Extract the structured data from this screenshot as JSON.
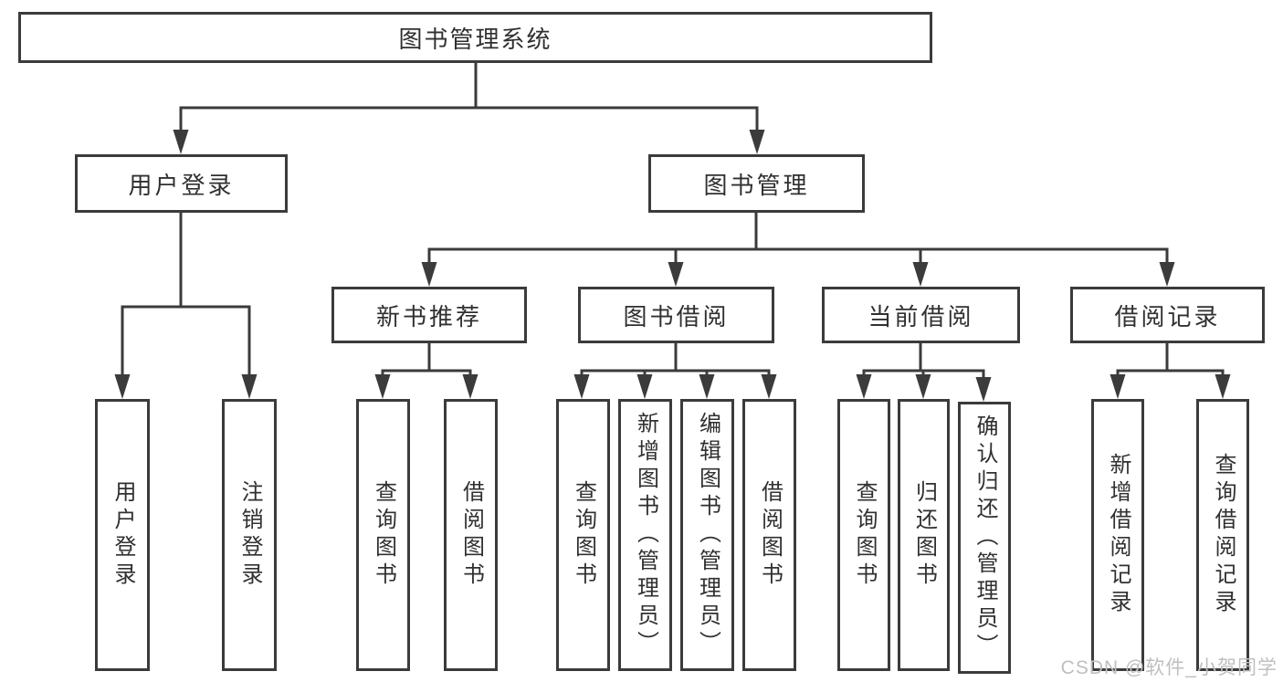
{
  "root": "图书管理系统",
  "branches": {
    "user_login": {
      "label": "用户登录",
      "leaves": [
        "用户登录",
        "注销登录"
      ]
    },
    "book_management": {
      "label": "图书管理",
      "children": {
        "new_book_recommend": {
          "label": "新书推荐",
          "leaves": [
            "查询图书",
            "借阅图书"
          ]
        },
        "book_borrow": {
          "label": "图书借阅",
          "leaves": [
            "查询图书",
            "新增图书（管理员）",
            "编辑图书（管理员）",
            "借阅图书"
          ]
        },
        "current_borrow": {
          "label": "当前借阅",
          "leaves": [
            "查询图书",
            "归还图书",
            "确认归还（管理员）"
          ]
        },
        "borrow_records": {
          "label": "借阅记录",
          "leaves": [
            "新增借阅记录",
            "查询借阅记录"
          ]
        }
      }
    }
  },
  "watermark": "CSDN @软件_小贺同学",
  "colors": {
    "line": "#3b3b3b",
    "text": "#303030",
    "watermark": "#bfbfbf",
    "background": "#ffffff"
  }
}
